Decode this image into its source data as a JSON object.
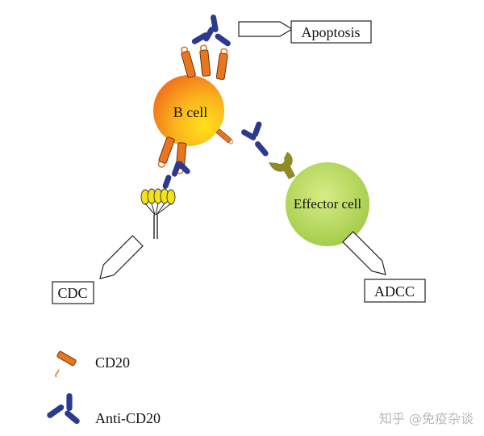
{
  "labels": {
    "b_cell": "B cell",
    "effector_cell": "Effector cell",
    "apoptosis": "Apoptosis",
    "cdc": "CDC",
    "adcc": "ADCC"
  },
  "legend": [
    {
      "label": "CD20",
      "icon": "cd20-icon"
    },
    {
      "label": "Anti-CD20",
      "icon": "anti-cd20-icon"
    }
  ],
  "watermark": "知乎 @免疫杂谈",
  "colors": {
    "b_cell_center": "#ffe21a",
    "b_cell_edge": "#f06a1c",
    "effector_cell_center": "#d8ec86",
    "effector_cell_edge": "#98c53e",
    "cd20": "#e8751f",
    "antibody": "#2b3a8c",
    "complement": "#f2e21a",
    "fc_receptor": "#8e8c24"
  }
}
